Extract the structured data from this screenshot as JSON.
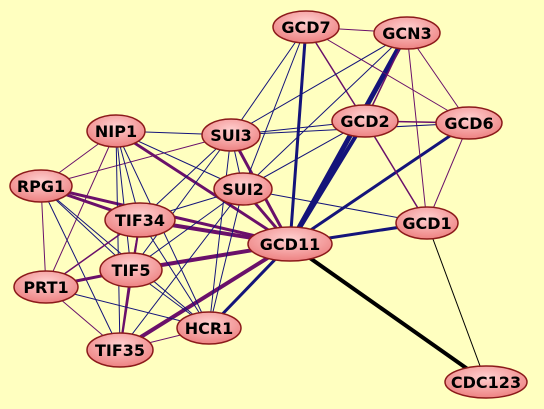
{
  "diagram": {
    "background": "#ffffc0",
    "node_fill": "#f49090",
    "node_stroke": "#8b1a1a",
    "edge_colors": {
      "blue": "#14147a",
      "purple": "#6a106a",
      "black": "#000000"
    },
    "nodes": [
      {
        "id": "GCD7",
        "label": "GCD7"
      },
      {
        "id": "GCN3",
        "label": "GCN3"
      },
      {
        "id": "NIP1",
        "label": "NIP1"
      },
      {
        "id": "SUI3",
        "label": "SUI3"
      },
      {
        "id": "GCD2",
        "label": "GCD2"
      },
      {
        "id": "GCD6",
        "label": "GCD6"
      },
      {
        "id": "RPG1",
        "label": "RPG1"
      },
      {
        "id": "SUI2",
        "label": "SUI2"
      },
      {
        "id": "TIF34",
        "label": "TIF34"
      },
      {
        "id": "GCD1",
        "label": "GCD1"
      },
      {
        "id": "GCD11",
        "label": "GCD11"
      },
      {
        "id": "TIF5",
        "label": "TIF5"
      },
      {
        "id": "PRT1",
        "label": "PRT1"
      },
      {
        "id": "HCR1",
        "label": "HCR1"
      },
      {
        "id": "TIF35",
        "label": "TIF35"
      },
      {
        "id": "CDC123",
        "label": "CDC123"
      }
    ],
    "edges": [
      {
        "source": "GCD11",
        "target": "CDC123",
        "color": "black",
        "weight": 4
      },
      {
        "source": "GCD1",
        "target": "CDC123",
        "color": "black",
        "weight": 1
      },
      {
        "source": "GCD11",
        "target": "GCN3",
        "color": "blue",
        "weight": 5
      },
      {
        "source": "GCD11",
        "target": "GCD2",
        "color": "blue",
        "weight": 4
      },
      {
        "source": "GCD11",
        "target": "GCD7",
        "color": "blue",
        "weight": 3
      },
      {
        "source": "GCD11",
        "target": "GCD6",
        "color": "blue",
        "weight": 3
      },
      {
        "source": "GCD11",
        "target": "GCD1",
        "color": "blue",
        "weight": 3
      },
      {
        "source": "GCD11",
        "target": "HCR1",
        "color": "blue",
        "weight": 3
      },
      {
        "source": "GCD11",
        "target": "SUI3",
        "color": "purple",
        "weight": 3
      },
      {
        "source": "GCD11",
        "target": "SUI2",
        "color": "purple",
        "weight": 3
      },
      {
        "source": "GCD11",
        "target": "NIP1",
        "color": "purple",
        "weight": 3
      },
      {
        "source": "GCD11",
        "target": "TIF34",
        "color": "purple",
        "weight": 4
      },
      {
        "source": "GCD11",
        "target": "TIF5",
        "color": "purple",
        "weight": 4
      },
      {
        "source": "GCD11",
        "target": "TIF35",
        "color": "purple",
        "weight": 4
      },
      {
        "source": "GCD11",
        "target": "RPG1",
        "color": "purple",
        "weight": 3
      },
      {
        "source": "GCD7",
        "target": "GCN3",
        "color": "purple",
        "weight": 1
      },
      {
        "source": "GCD7",
        "target": "GCD2",
        "color": "purple",
        "weight": 1.5
      },
      {
        "source": "GCD7",
        "target": "GCD6",
        "color": "purple",
        "weight": 1
      },
      {
        "source": "GCD7",
        "target": "SUI3",
        "color": "blue",
        "weight": 1
      },
      {
        "source": "GCD7",
        "target": "SUI2",
        "color": "blue",
        "weight": 1
      },
      {
        "source": "GCN3",
        "target": "GCD2",
        "color": "purple",
        "weight": 1.5
      },
      {
        "source": "GCN3",
        "target": "GCD6",
        "color": "purple",
        "weight": 1
      },
      {
        "source": "GCN3",
        "target": "GCD1",
        "color": "purple",
        "weight": 1
      },
      {
        "source": "GCN3",
        "target": "SUI3",
        "color": "blue",
        "weight": 1
      },
      {
        "source": "GCN3",
        "target": "SUI2",
        "color": "blue",
        "weight": 1
      },
      {
        "source": "GCD2",
        "target": "GCD6",
        "color": "purple",
        "weight": 1.5
      },
      {
        "source": "GCD2",
        "target": "GCD1",
        "color": "purple",
        "weight": 1.5
      },
      {
        "source": "GCD2",
        "target": "SUI3",
        "color": "blue",
        "weight": 1
      },
      {
        "source": "GCD2",
        "target": "SUI2",
        "color": "blue",
        "weight": 1
      },
      {
        "source": "GCD6",
        "target": "GCD1",
        "color": "purple",
        "weight": 1
      },
      {
        "source": "GCD6",
        "target": "SUI3",
        "color": "blue",
        "weight": 1
      },
      {
        "source": "GCD1",
        "target": "SUI2",
        "color": "blue",
        "weight": 1
      },
      {
        "source": "SUI3",
        "target": "SUI2",
        "color": "blue",
        "weight": 1
      },
      {
        "source": "SUI3",
        "target": "NIP1",
        "color": "blue",
        "weight": 1
      },
      {
        "source": "SUI3",
        "target": "TIF34",
        "color": "blue",
        "weight": 1
      },
      {
        "source": "SUI3",
        "target": "TIF5",
        "color": "blue",
        "weight": 1
      },
      {
        "source": "SUI3",
        "target": "RPG1",
        "color": "purple",
        "weight": 1
      },
      {
        "source": "SUI3",
        "target": "HCR1",
        "color": "blue",
        "weight": 1
      },
      {
        "source": "SUI2",
        "target": "NIP1",
        "color": "blue",
        "weight": 1
      },
      {
        "source": "SUI2",
        "target": "TIF34",
        "color": "blue",
        "weight": 1
      },
      {
        "source": "SUI2",
        "target": "TIF5",
        "color": "blue",
        "weight": 1
      },
      {
        "source": "SUI2",
        "target": "TIF35",
        "color": "blue",
        "weight": 1
      },
      {
        "source": "SUI2",
        "target": "HCR1",
        "color": "blue",
        "weight": 1
      },
      {
        "source": "NIP1",
        "target": "RPG1",
        "color": "purple",
        "weight": 1
      },
      {
        "source": "NIP1",
        "target": "TIF34",
        "color": "blue",
        "weight": 1
      },
      {
        "source": "NIP1",
        "target": "TIF5",
        "color": "blue",
        "weight": 1
      },
      {
        "source": "NIP1",
        "target": "TIF35",
        "color": "blue",
        "weight": 1
      },
      {
        "source": "NIP1",
        "target": "PRT1",
        "color": "purple",
        "weight": 1
      },
      {
        "source": "NIP1",
        "target": "HCR1",
        "color": "blue",
        "weight": 1
      },
      {
        "source": "RPG1",
        "target": "TIF34",
        "color": "purple",
        "weight": 3
      },
      {
        "source": "RPG1",
        "target": "TIF5",
        "color": "blue",
        "weight": 1
      },
      {
        "source": "RPG1",
        "target": "PRT1",
        "color": "purple",
        "weight": 1
      },
      {
        "source": "RPG1",
        "target": "TIF35",
        "color": "blue",
        "weight": 1
      },
      {
        "source": "RPG1",
        "target": "HCR1",
        "color": "blue",
        "weight": 1
      },
      {
        "source": "TIF34",
        "target": "TIF5",
        "color": "purple",
        "weight": 1
      },
      {
        "source": "TIF34",
        "target": "PRT1",
        "color": "purple",
        "weight": 1.5
      },
      {
        "source": "TIF34",
        "target": "TIF35",
        "color": "purple",
        "weight": 2
      },
      {
        "source": "TIF34",
        "target": "HCR1",
        "color": "blue",
        "weight": 1
      },
      {
        "source": "TIF5",
        "target": "PRT1",
        "color": "purple",
        "weight": 3
      },
      {
        "source": "TIF5",
        "target": "TIF35",
        "color": "purple",
        "weight": 2
      },
      {
        "source": "TIF5",
        "target": "HCR1",
        "color": "blue",
        "weight": 1
      },
      {
        "source": "PRT1",
        "target": "TIF35",
        "color": "purple",
        "weight": 1
      },
      {
        "source": "PRT1",
        "target": "HCR1",
        "color": "blue",
        "weight": 1
      },
      {
        "source": "TIF35",
        "target": "HCR1",
        "color": "purple",
        "weight": 1
      }
    ]
  }
}
